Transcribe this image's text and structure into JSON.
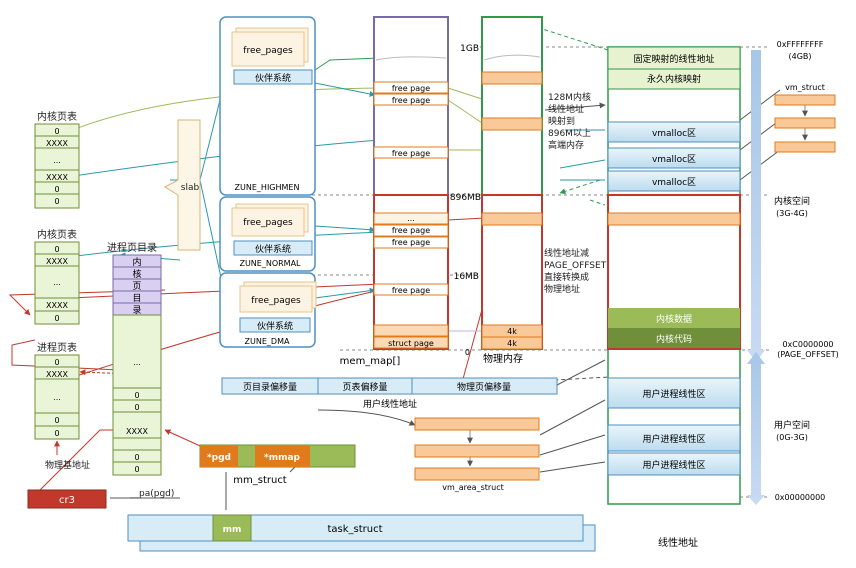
{
  "kernel_pt_top": {
    "title": "内核页表",
    "rows": [
      "0",
      "XXXX",
      "...",
      "XXXX",
      "0",
      "0"
    ]
  },
  "kernel_pt_mid": {
    "title": "内核页表",
    "rows": [
      "0",
      "XXXX",
      "...",
      "XXXX",
      "0"
    ]
  },
  "process_pt": {
    "title": "进程页表",
    "rows": [
      "0",
      "XXXX",
      "...",
      "0",
      "0"
    ]
  },
  "phys_base_label": "物理基地址",
  "cr3": "cr3",
  "pa_pgd": "__pa(pgd)",
  "pgd_dir": {
    "title": "进程页目录",
    "kernel_chars": [
      "内",
      "核",
      "页",
      "目",
      "录"
    ],
    "rows": [
      "...",
      "0",
      "0",
      "XXXX",
      "0",
      "0"
    ]
  },
  "slab": "slab",
  "zones": [
    {
      "free": "free_pages",
      "buddy": "伙伴系统",
      "name": "ZUNE_HIGHMEN"
    },
    {
      "free": "free_pages",
      "buddy": "伙伴系统",
      "name": "ZUNE_NORMAL"
    },
    {
      "free": "free_pages",
      "buddy": "伙伴系统",
      "name": "ZUNE_DMA"
    }
  ],
  "mem_map": {
    "label": "mem_map[]",
    "free_page": "free page",
    "dots": "...",
    "struct_page": "struct page"
  },
  "phys_mem": {
    "label": "物理内存",
    "gb": "1GB",
    "mb896": "896MB",
    "mb16": "16MB",
    "k4": "4k",
    "zero": "0"
  },
  "notes": {
    "highmem": [
      "128M内核",
      "线性地址",
      "映射到",
      "896M以上",
      "高端内存"
    ],
    "offset": [
      "线性地址减",
      "PAGE_OFFSET",
      "直接转换成",
      "物理地址"
    ]
  },
  "linear": {
    "fixed": "固定映射的线性地址",
    "persistent": "永久内核映射",
    "vmalloc": "vmalloc区",
    "kdata": "内核数据",
    "kcode": "内核代码",
    "user_area": "用户进程线性区",
    "caption": "线性地址"
  },
  "addr": {
    "top": "0xFFFFFFFF",
    "top_sub": "(4GB)",
    "kernel_space": "内核空间",
    "kernel_range": "(3G-4G)",
    "po": "0xC0000000",
    "po_sub": "(PAGE_OFFSET)",
    "user_space": "用户空间",
    "user_range": "(0G-3G)",
    "bottom": "0x00000000"
  },
  "vm_struct": "vm_struct",
  "vm_area_struct": "vm_area_struct",
  "user_addr": {
    "parts": [
      "页目录偏移量",
      "页表偏移量",
      "物理页偏移量"
    ],
    "label": "用户线性地址"
  },
  "mm_struct": {
    "pgd": "*pgd",
    "mmap": "*mmap",
    "label": "mm_struct"
  },
  "task_struct": {
    "mm": "mm",
    "label": "task_struct"
  },
  "colors": {
    "blue_box": "#d7ecf7",
    "blue_border": "#4f8fc0",
    "orange_fill": "#f9c99a",
    "orange_border": "#e07b1c",
    "green_fill": "#9bbb59",
    "green_dark": "#6f8f3a",
    "purple": "#7a6aa8",
    "purple_fill": "#d9cff0",
    "red_box": "#c0392b",
    "green_line": "#2e9a4b",
    "teal": "#2a9aa8"
  }
}
